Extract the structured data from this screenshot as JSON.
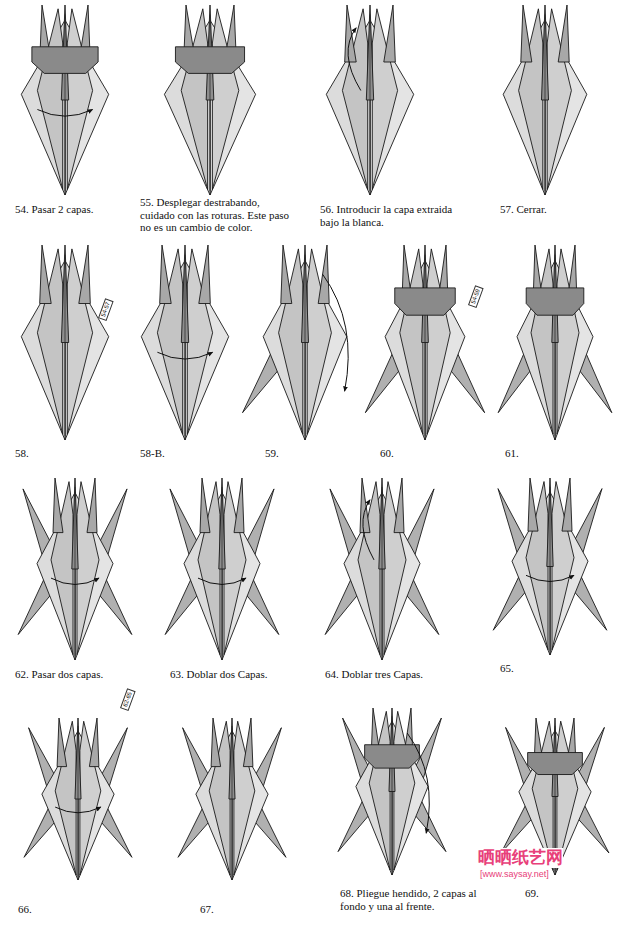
{
  "diagram": {
    "labels": [
      "54. Pasar 2 capas.",
      "55. Desplegar destrabando, cuidado con las roturas. Este paso no es un cambio de color.",
      "56. Introducir la capa extraida bajo la blanca.",
      "57. Cerrar.",
      "58.",
      "58-B.",
      "59.",
      "60.",
      "61.",
      "62. Pasar dos capas.",
      "63. Doblar dos Capas.",
      "64. Doblar tres Capas.",
      "65.",
      "66.",
      "67.",
      "68. Pliegue hendido, 2 capas al fondo y una al frente.",
      "69.",
      "54-57",
      "54-59",
      "62-65",
      "晒晒纸艺网",
      "[www.saysay.net]"
    ]
  }
}
